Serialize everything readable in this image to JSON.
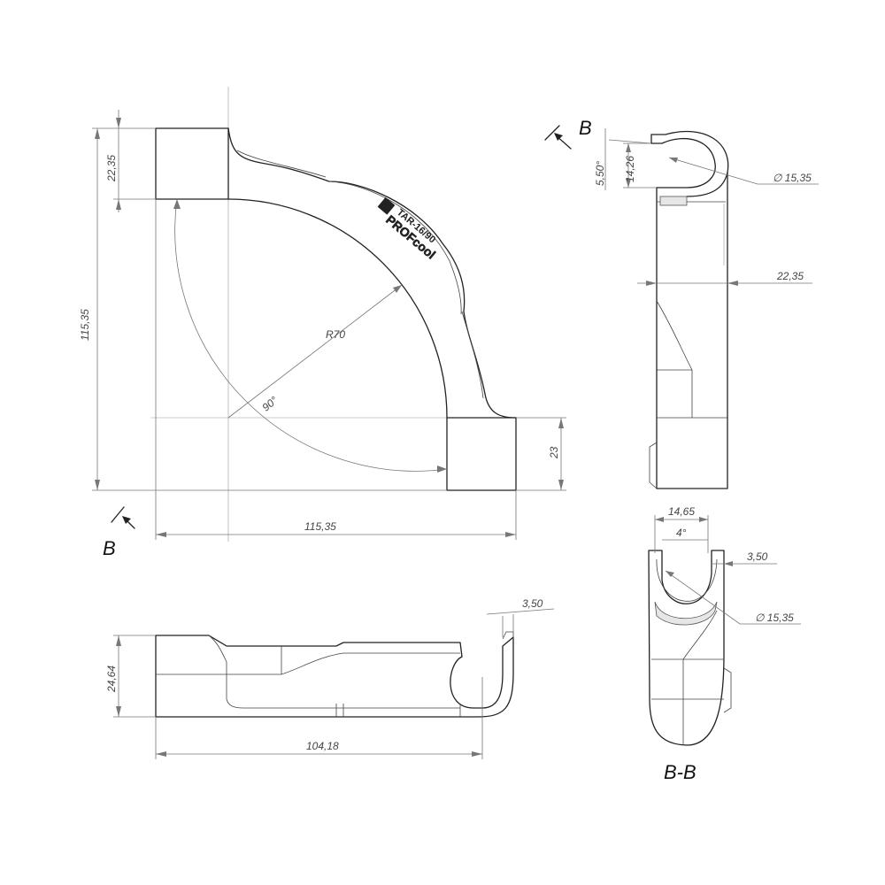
{
  "front_view": {
    "dim_height_total": "115,35",
    "dim_top_leg": "22,35",
    "dim_radius": "R70",
    "dim_angle": "90°",
    "dim_bottom_leg": "23",
    "dim_width_total": "115,35",
    "product_code": "TAR-16/90",
    "brand": "PROFcool"
  },
  "side_view": {
    "dim_angle": "5,50°",
    "dim_height": "14,26",
    "dim_diameter": "∅ 15,35",
    "dim_width": "22,35"
  },
  "section_view": {
    "title": "B-B",
    "dim_top_width": "14,65",
    "dim_angle": "4°",
    "dim_wall": "3,50",
    "dim_diameter": "∅ 15,35"
  },
  "bottom_view": {
    "dim_wall": "3,50",
    "dim_height": "24,64",
    "dim_length": "104,18"
  },
  "section_marks": {
    "top_label": "B",
    "bottom_label": "B"
  }
}
